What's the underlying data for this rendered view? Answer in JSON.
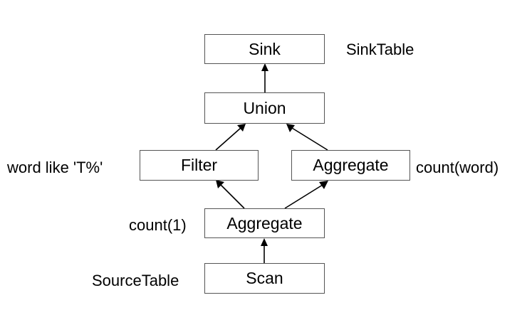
{
  "nodes": {
    "sink": "Sink",
    "union": "Union",
    "filter": "Filter",
    "aggregate_right": "Aggregate",
    "aggregate_bottom": "Aggregate",
    "scan": "Scan"
  },
  "annotations": {
    "sink": "SinkTable",
    "filter": "word like 'T%'",
    "aggregate_right": "count(word)",
    "aggregate_bottom": "count(1)",
    "scan": "SourceTable"
  },
  "colors": {
    "box_border": "#555555",
    "arrow": "#000000",
    "text": "#000000"
  }
}
